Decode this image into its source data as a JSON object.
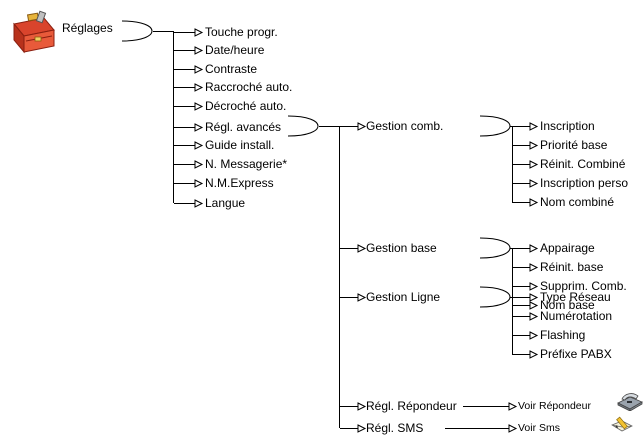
{
  "root": {
    "label": "Réglages"
  },
  "level1": [
    "Touche progr.",
    "Date/heure",
    "Contraste",
    "Raccroché auto.",
    "Décroché auto.",
    "Régl. avancés",
    "Guide install.",
    "N. Messagerie*",
    "N.M.Express",
    "Langue"
  ],
  "advanced": {
    "gestion_comb": {
      "label": "Gestion comb.",
      "items": [
        "Inscription",
        "Priorité base",
        "Réinit. Combiné",
        "Inscription perso",
        "Nom combiné"
      ]
    },
    "gestion_base": {
      "label": "Gestion base",
      "items": [
        "Appairage",
        "Réinit. base",
        "Supprim. Comb.",
        "Nom base"
      ]
    },
    "gestion_ligne": {
      "label": "Gestion Ligne",
      "items": [
        "Type Réseau",
        "Numérotation",
        "Flashing",
        "Préfixe PABX"
      ]
    },
    "repondeur": {
      "label": "Régl. Répondeur",
      "target": "Voir Répondeur"
    },
    "sms": {
      "label": "Régl. SMS",
      "target": "Voir Sms"
    }
  },
  "icons": {
    "root": "toolbox-icon",
    "repondeur": "answering-machine-icon",
    "sms": "envelope-pencil-icon"
  }
}
